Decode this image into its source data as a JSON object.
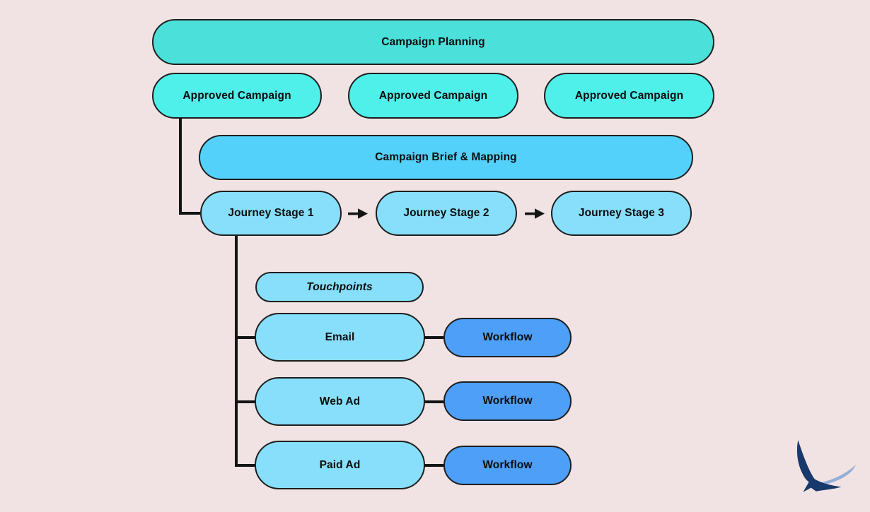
{
  "diagram": {
    "planning": "Campaign Planning",
    "approved": [
      "Approved Campaign",
      "Approved Campaign",
      "Approved Campaign"
    ],
    "brief": "Campaign Brief & Mapping",
    "journey_stages": [
      "Journey Stage 1",
      "Journey Stage 2",
      "Journey Stage 3"
    ],
    "touchpoints": "Touchpoints",
    "channels": [
      "Email",
      "Web Ad",
      "Paid Ad"
    ],
    "workflow": "Workflow",
    "connections": [
      "Approved Campaign 1 -> Journey Stage 1",
      "Journey Stage 1 -> Journey Stage 2",
      "Journey Stage 2 -> Journey Stage 3",
      "Journey Stage 1 -> Email",
      "Journey Stage 1 -> Web Ad",
      "Journey Stage 1 -> Paid Ad",
      "Email -> Workflow",
      "Web Ad -> Workflow",
      "Paid Ad -> Workflow"
    ]
  },
  "colors": {
    "background": "#F1E3E3",
    "teal": "#4BE0DA",
    "cyan": "#4FEFEA",
    "sky": "#54D1FA",
    "light_blue": "#87DFFB",
    "blue": "#4D9FF8",
    "line": "#141414",
    "logo_navy": "#17396B",
    "logo_light": "#94AFD7"
  }
}
